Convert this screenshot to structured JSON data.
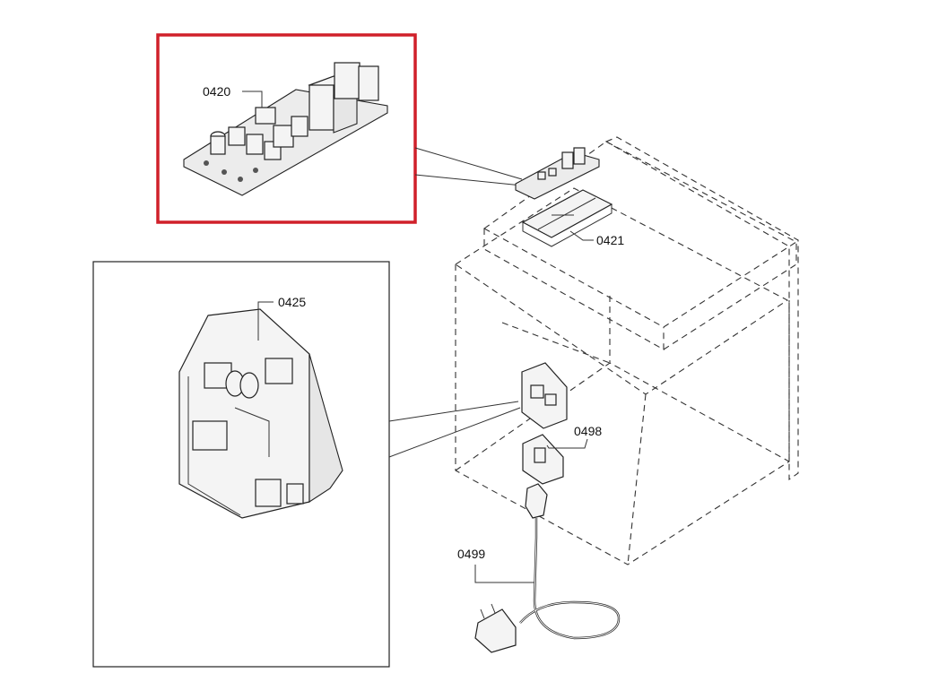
{
  "highlight_color": "#d0202a",
  "parts": [
    {
      "id": "pcb",
      "label": "0420"
    },
    {
      "id": "bracket",
      "label": "0421"
    },
    {
      "id": "terminal-block",
      "label": "0425"
    },
    {
      "id": "socket",
      "label": "0498"
    },
    {
      "id": "power-cord",
      "label": "0499"
    }
  ]
}
